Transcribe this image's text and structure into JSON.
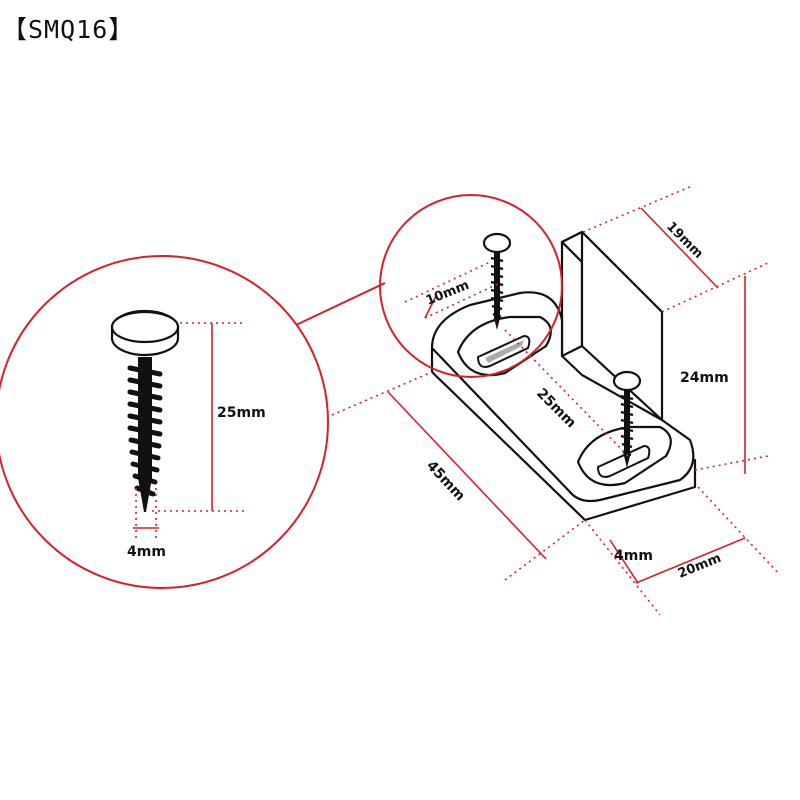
{
  "product_code": "【SMQ16】",
  "dimensions": {
    "screw_length": "25mm",
    "screw_diameter": "4mm",
    "slot_length": "10mm",
    "top_width": "19mm",
    "height": "24mm",
    "hole_spacing": "25mm",
    "base_length": "45mm",
    "thickness": "4mm",
    "base_width": "20mm"
  },
  "colors": {
    "outline": "#111111",
    "dimension_lines": "#d6202a"
  }
}
